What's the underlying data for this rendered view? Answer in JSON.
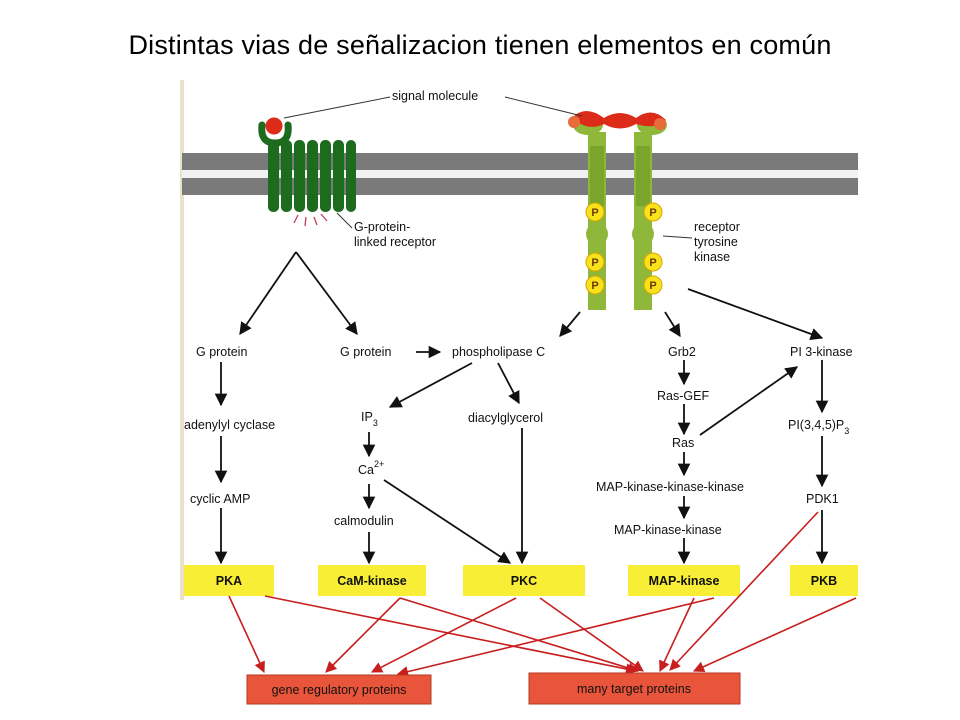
{
  "title": "Distintas vias de señalizacion tienen elementos en común",
  "colors": {
    "membrane": "#7a7a7a",
    "gprotein_receptor": "#1d6b1d",
    "rtk": "#8fb83a",
    "ligand": "#dd2b1a",
    "phosphate": "#f7e21b",
    "kinase_box": "#f7ee35",
    "target_box": "#e8553a",
    "red_arrow": "#c81e1e"
  },
  "labels": {
    "signal_molecule": "signal molecule",
    "gpcr_line1": "G-protein-",
    "gpcr_line2": "linked receptor",
    "rtk_line1": "receptor",
    "rtk_line2": "tyrosine",
    "rtk_line3": "kinase",
    "phosphate": "P"
  },
  "nodes": {
    "g_protein_1": "G protein",
    "adenylyl_cyclase": "adenylyl cyclase",
    "cyclic_amp": "cyclic AMP",
    "g_protein_2": "G protein",
    "phospholipase_c": "phospholipase C",
    "ip3_base": "IP",
    "ip3_sub": "3",
    "ca_base": "Ca",
    "ca_sup": "2+",
    "calmodulin": "calmodulin",
    "diacylglycerol": "diacylglycerol",
    "grb2": "Grb2",
    "ras_gef": "Ras-GEF",
    "ras": "Ras",
    "mapkkk": "MAP-kinase-kinase-kinase",
    "mapkk": "MAP-kinase-kinase",
    "pi3k": "PI 3-kinase",
    "pip3_base": "PI(3,4,5)P",
    "pip3_sub": "3",
    "pdk1": "PDK1"
  },
  "kinases": {
    "pka": "PKA",
    "camk": "CaM-kinase",
    "pkc": "PKC",
    "mapk": "MAP-kinase",
    "pkb": "PKB"
  },
  "targets": {
    "gene_regulatory": "gene regulatory proteins",
    "many_targets": "many target proteins"
  }
}
